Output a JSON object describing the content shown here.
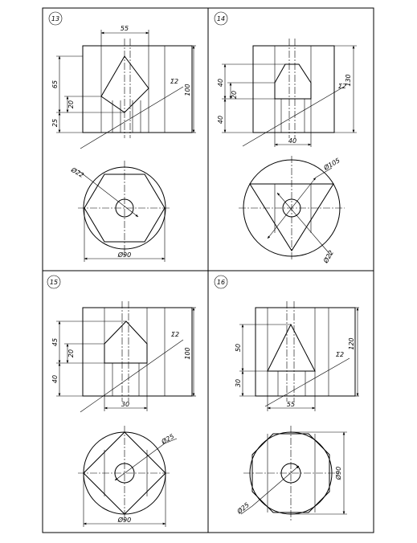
{
  "colors": {
    "line": "#000000",
    "paper": "#ffffff"
  },
  "panels": [
    {
      "number": "13",
      "front": {
        "d_top": "55",
        "d_left_upper": "65",
        "d_left_mid": "20",
        "d_left_lower": "25",
        "d_right": "100",
        "plane": "Σ2"
      },
      "plan": {
        "d_circle": "Ø90",
        "d_hole": "Ø22"
      }
    },
    {
      "number": "14",
      "front": {
        "d_left_upper": "40",
        "d_left_mid": "20",
        "d_left_lower": "40",
        "d_bottom": "40",
        "d_right": "130",
        "plane": "Σ2"
      },
      "plan": {
        "d_circle": "Ø105",
        "d_hole": "Ø22"
      }
    },
    {
      "number": "15",
      "front": {
        "d_left_upper": "45",
        "d_left_mid": "20",
        "d_left_lower": "40",
        "d_bottom": "30",
        "d_right": "100",
        "plane": "Σ2"
      },
      "plan": {
        "d_circle": "Ø90",
        "d_hole": "Ø25"
      }
    },
    {
      "number": "16",
      "front": {
        "d_left_upper": "50",
        "d_left_lower": "30",
        "d_bottom": "55",
        "d_right": "120",
        "plane": "Σ2"
      },
      "plan": {
        "d_circle": "Ø90",
        "d_hole": "Ø25"
      }
    }
  ]
}
